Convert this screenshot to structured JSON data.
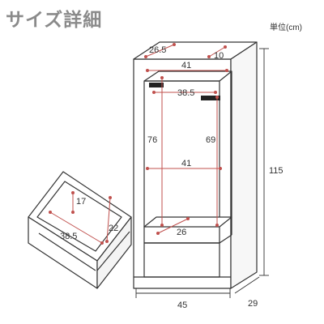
{
  "header": {
    "title": "サイズ詳細",
    "unit": "単位(cm)"
  },
  "dimensions": {
    "top_left_depth": "26.5",
    "top_right_depth": "10",
    "top_inner_width": "41",
    "rail_width": "38.5",
    "inner_height_left": "76",
    "inner_height_right": "69",
    "middle_width": "41",
    "bottom_depth": "26",
    "total_height": "115",
    "total_width": "45",
    "total_depth": "29",
    "drawer_height": "17",
    "drawer_width": "38.5",
    "drawer_depth": "22"
  },
  "colors": {
    "dimension": "#c0504d",
    "outline": "#333333"
  }
}
